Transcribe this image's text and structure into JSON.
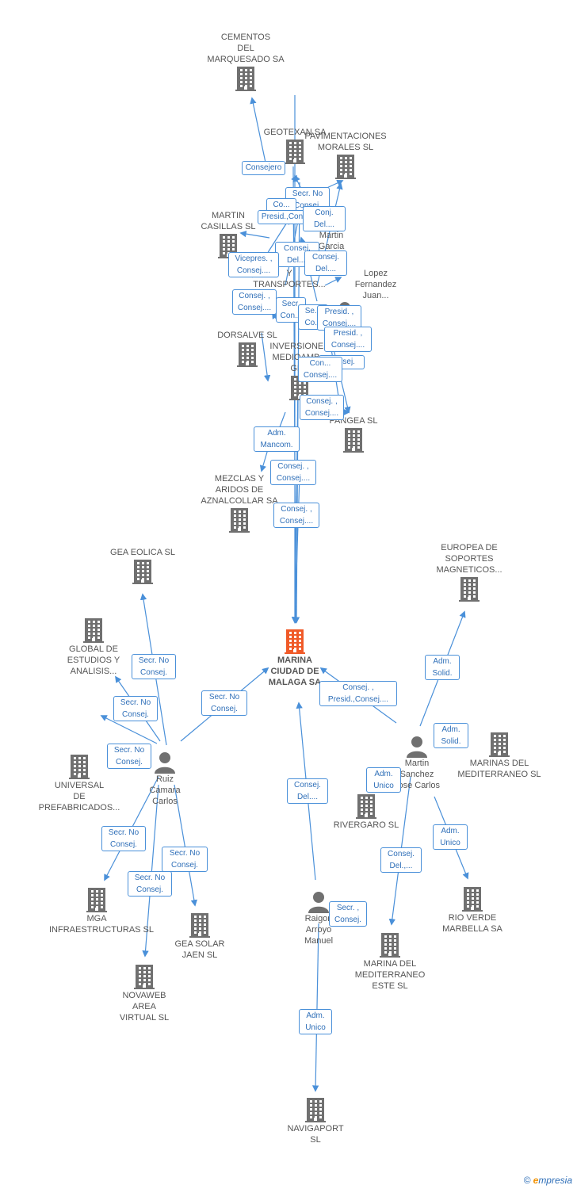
{
  "colors": {
    "edge": "#4a90d9",
    "company": "#707070",
    "center": "#f05a28",
    "person": "#707070"
  },
  "nodes": [
    {
      "id": "cementos",
      "kind": "company",
      "lines": [
        "CEMENTOS",
        "DEL",
        "MARQUESADO SA"
      ]
    },
    {
      "id": "geotexan",
      "kind": "company",
      "lines": [
        "GEOTEXAN SA"
      ]
    },
    {
      "id": "pavimentaciones",
      "kind": "company",
      "lines": [
        "PAVIMENTACIONES",
        "MORALES  SL"
      ]
    },
    {
      "id": "martin_casillas",
      "kind": "company",
      "lines": [
        "MARTIN",
        "CASILLAS SL"
      ]
    },
    {
      "id": "transportes",
      "kind": "text",
      "lines": [
        "Y",
        "TRANSPORTES..."
      ]
    },
    {
      "id": "martin_garcia",
      "kind": "text",
      "lines": [
        "Martin",
        "Garcia"
      ]
    },
    {
      "id": "lopez",
      "kind": "person",
      "lines": [
        "Lopez",
        "Fernandez",
        "Juan..."
      ]
    },
    {
      "id": "dorsalve",
      "kind": "company",
      "lines": [
        "DORSALVE SL"
      ]
    },
    {
      "id": "inversiones",
      "kind": "company",
      "lines": [
        "INVERSIONES",
        "MEDIOAMB...",
        "GEA"
      ]
    },
    {
      "id": "pangea",
      "kind": "company",
      "lines": [
        "PANGEA SL"
      ]
    },
    {
      "id": "mezclas",
      "kind": "company",
      "lines": [
        "MEZCLAS Y",
        "ARIDOS DE",
        "AZNALCOLLAR SA"
      ]
    },
    {
      "id": "gea_eolica",
      "kind": "company",
      "lines": [
        "GEA EOLICA SL"
      ]
    },
    {
      "id": "europea",
      "kind": "company",
      "lines": [
        "EUROPEA DE",
        "SOPORTES",
        "MAGNETICOS..."
      ]
    },
    {
      "id": "global",
      "kind": "company",
      "lines": [
        "GLOBAL DE",
        "ESTUDIOS Y",
        "ANALISIS..."
      ]
    },
    {
      "id": "center",
      "kind": "center",
      "lines": [
        "MARINA",
        "CIUDAD DE",
        "MALAGA SA"
      ]
    },
    {
      "id": "ruiz",
      "kind": "person",
      "lines": [
        "Ruiz",
        "Camara",
        "Carlos"
      ]
    },
    {
      "id": "universal",
      "kind": "company",
      "lines": [
        "UNIVERSAL",
        "DE",
        "PREFABRICADOS..."
      ]
    },
    {
      "id": "martin_sanchez",
      "kind": "person",
      "lines": [
        "Martin",
        "Sanchez",
        "Jose Carlos"
      ]
    },
    {
      "id": "marinas_med",
      "kind": "company",
      "lines": [
        "MARINAS DEL",
        "MEDITERRANEO SL"
      ]
    },
    {
      "id": "rivergaro",
      "kind": "company",
      "lines": [
        "RIVERGARO  SL"
      ]
    },
    {
      "id": "mga",
      "kind": "company",
      "lines": [
        "MGA",
        "INFRAESTRUCTURAS SL"
      ]
    },
    {
      "id": "gea_solar",
      "kind": "company",
      "lines": [
        "GEA SOLAR",
        "JAEN SL"
      ]
    },
    {
      "id": "novaweb",
      "kind": "company",
      "lines": [
        "NOVAWEB",
        "AREA",
        "VIRTUAL SL"
      ]
    },
    {
      "id": "raigon",
      "kind": "person",
      "lines": [
        "Raigon",
        "Arroyo",
        "Manuel"
      ]
    },
    {
      "id": "marina_este",
      "kind": "company",
      "lines": [
        "MARINA DEL",
        "MEDITERRANEO",
        "ESTE SL"
      ]
    },
    {
      "id": "rio_verde",
      "kind": "company",
      "lines": [
        "RIO VERDE",
        "MARBELLA SA"
      ]
    },
    {
      "id": "navigaport",
      "kind": "company",
      "lines": [
        "NAVIGAPORT",
        "SL"
      ]
    }
  ],
  "relations": [
    {
      "lines": [
        "Consejero"
      ]
    },
    {
      "lines": [
        "Secr.  No",
        "Consej."
      ]
    },
    {
      "lines": [
        "Co..."
      ]
    },
    {
      "lines": [
        "Presid.,Consej...."
      ]
    },
    {
      "lines": [
        "Conj.",
        "Del...."
      ]
    },
    {
      "lines": [
        "Consej.",
        "Del...."
      ]
    },
    {
      "lines": [
        "Consej.",
        "Del...."
      ]
    },
    {
      "lines": [
        "Vicepres. ,",
        "Consej...."
      ]
    },
    {
      "lines": [
        "Consej. ,",
        "Consej...."
      ]
    },
    {
      "lines": [
        "Secr.",
        "Con..."
      ]
    },
    {
      "lines": [
        "Se...",
        "Co..."
      ]
    },
    {
      "lines": [
        "Presid. ,",
        "Consej...."
      ]
    },
    {
      "lines": [
        "Presid. ,",
        "Consej...."
      ]
    },
    {
      "lines": [
        "Consej."
      ]
    },
    {
      "lines": [
        "Con...",
        "Consej...."
      ]
    },
    {
      "lines": [
        "Consej. ,",
        "Consej...."
      ]
    },
    {
      "lines": [
        "Adm.",
        "Mancom."
      ]
    },
    {
      "lines": [
        "Consej. ,",
        "Consej...."
      ]
    },
    {
      "lines": [
        "Consej. ,",
        "Consej...."
      ]
    },
    {
      "lines": [
        "Secr.  No",
        "Consej."
      ]
    },
    {
      "lines": [
        "Secr.  No",
        "Consej."
      ]
    },
    {
      "lines": [
        "Secr.  No",
        "Consej."
      ]
    },
    {
      "lines": [
        "Secr.  No",
        "Consej."
      ]
    },
    {
      "lines": [
        "Consej. ,",
        "Presid.,Consej...."
      ]
    },
    {
      "lines": [
        "Adm.",
        "Solid."
      ]
    },
    {
      "lines": [
        "Adm.",
        "Solid."
      ]
    },
    {
      "lines": [
        "Adm.",
        "Unico"
      ]
    },
    {
      "lines": [
        "Consej.",
        "Del...."
      ]
    },
    {
      "lines": [
        "Secr.  No",
        "Consej."
      ]
    },
    {
      "lines": [
        "Secr.  No",
        "Consej."
      ]
    },
    {
      "lines": [
        "Secr.  No",
        "Consej."
      ]
    },
    {
      "lines": [
        "Consej.",
        "Del.,..."
      ]
    },
    {
      "lines": [
        "Adm.",
        "Unico"
      ]
    },
    {
      "lines": [
        "Secr. ,",
        "Consej."
      ]
    },
    {
      "lines": [
        "Adm.",
        "Unico"
      ]
    }
  ],
  "brand": {
    "copyright": "©",
    "first": "e",
    "rest": "mpresia"
  }
}
